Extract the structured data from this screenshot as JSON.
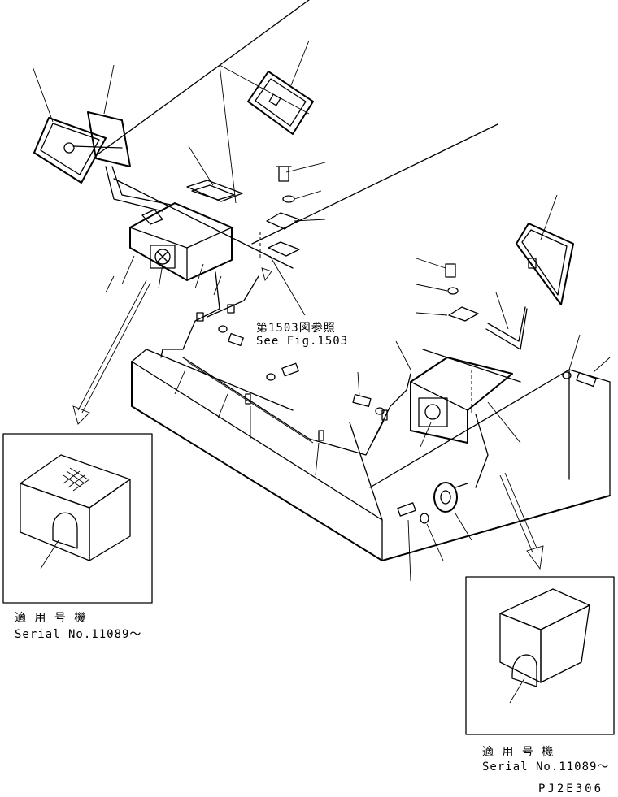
{
  "figure_ref": {
    "jp": "第1503図参照",
    "en": "See Fig.1503"
  },
  "inset_left": {
    "applicable_jp": "適 用 号 機",
    "serial": "Serial No.11089～"
  },
  "inset_right": {
    "applicable_jp": "適 用 号 機",
    "serial": "Serial No.11089～"
  },
  "drawing_code": "PJ2E306"
}
